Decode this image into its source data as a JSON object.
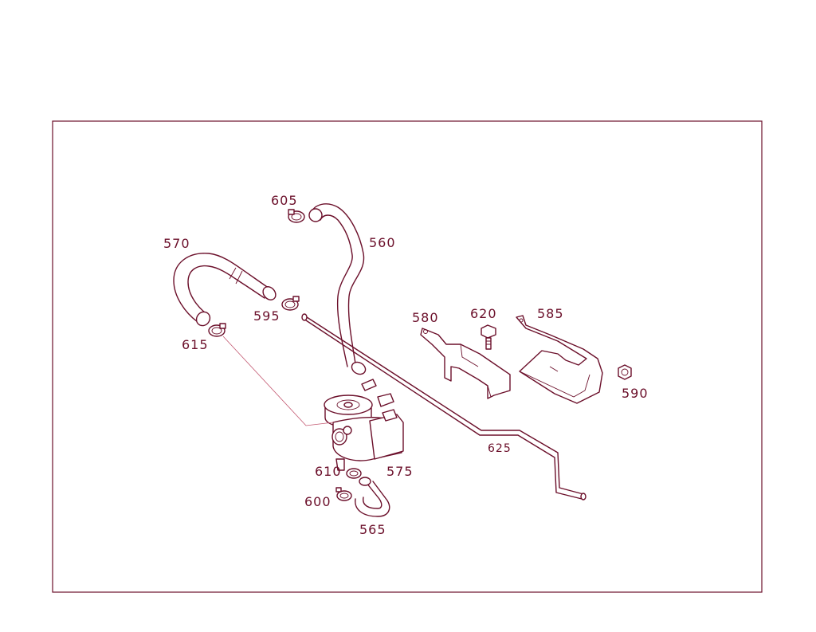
{
  "diagram": {
    "callouts": {
      "c560": "560",
      "c565": "565",
      "c570": "570",
      "c575": "575",
      "c580": "580",
      "c585": "585",
      "c590": "590",
      "c595": "595",
      "c600": "600",
      "c605": "605",
      "c610": "610",
      "c615": "615",
      "c620": "620",
      "c625": "625"
    },
    "colors": {
      "line": "#6b0f2a",
      "leader": "#c2566f",
      "background": "#ffffff"
    }
  }
}
